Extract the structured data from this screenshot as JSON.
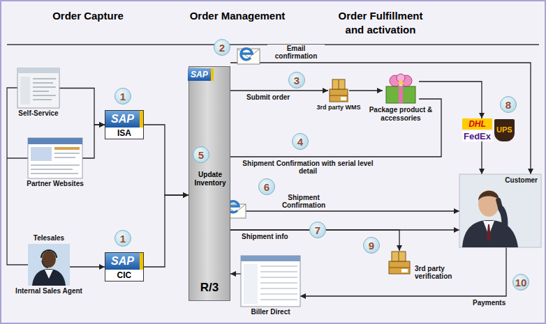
{
  "diagram": {
    "nodes": [
      {
        "text": [
          "Self-Service"
        ]
      },
      {
        "text": [
          "Partner Websites"
        ]
      },
      {
        "text": [
          "Telesales",
          "Internal Sales Agent"
        ]
      },
      {
        "text": [
          "SAP",
          "ISA"
        ]
      },
      {
        "text": [
          "SAP",
          "CIC"
        ]
      },
      {
        "text": [
          "SAP",
          "R/3"
        ]
      },
      {
        "text": [
          "Update Inventory"
        ],
        "in": 5
      },
      {
        "text": [
          "3rd party WMS"
        ]
      },
      {
        "text": [
          "Package product & accessories"
        ]
      },
      {
        "text": [
          "DHL",
          "FedEx",
          "UPS"
        ]
      },
      {
        "text": [
          "Customer"
        ]
      },
      {
        "text": [
          "3rd party verification"
        ]
      },
      {
        "text": [
          "Biller Direct"
        ]
      }
    ],
    "edges": [
      {
        "from": 0,
        "to": 3,
        "arrow": "to"
      },
      {
        "from": 1,
        "to": 3,
        "arrow": "to"
      },
      {
        "from": 2,
        "to": 4,
        "arrow": "to"
      },
      {
        "from": 3,
        "to": 5,
        "arrow": "to"
      },
      {
        "from": 4,
        "to": 5,
        "arrow": "to"
      },
      {
        "from": 5,
        "to": 10,
        "label": "Email confirmation",
        "arrow": "to"
      },
      {
        "from": 5,
        "to": 7,
        "label": "Submit order",
        "arrow": "to"
      },
      {
        "from": 7,
        "to": 8,
        "arrow": "to"
      },
      {
        "from": 8,
        "to": 9,
        "arrow": "to"
      },
      {
        "from": 9,
        "to": 10,
        "arrow": "to"
      },
      {
        "from": 8,
        "to": 6,
        "label": "Shipment Confirmation with serial level detail",
        "arrow": "to"
      },
      {
        "from": 6,
        "to": 10,
        "label": "Shipment Confirmation",
        "arrow": "to"
      },
      {
        "from": 5,
        "to": 10,
        "label": "Shipment info",
        "arrow": "to"
      },
      {
        "from": 5,
        "to": 11,
        "arrow": "to"
      },
      {
        "from": 10,
        "to": 12,
        "label": "Payments",
        "arrow": "to"
      },
      {
        "from": 12,
        "to": 5,
        "arrow": "to"
      }
    ],
    "labels": [
      "Order Capture",
      "Order Management",
      "Order Fulfillment and activation",
      "1",
      "1",
      "2",
      "3",
      "4",
      "5",
      "6",
      "7",
      "8",
      "9",
      "10"
    ]
  }
}
